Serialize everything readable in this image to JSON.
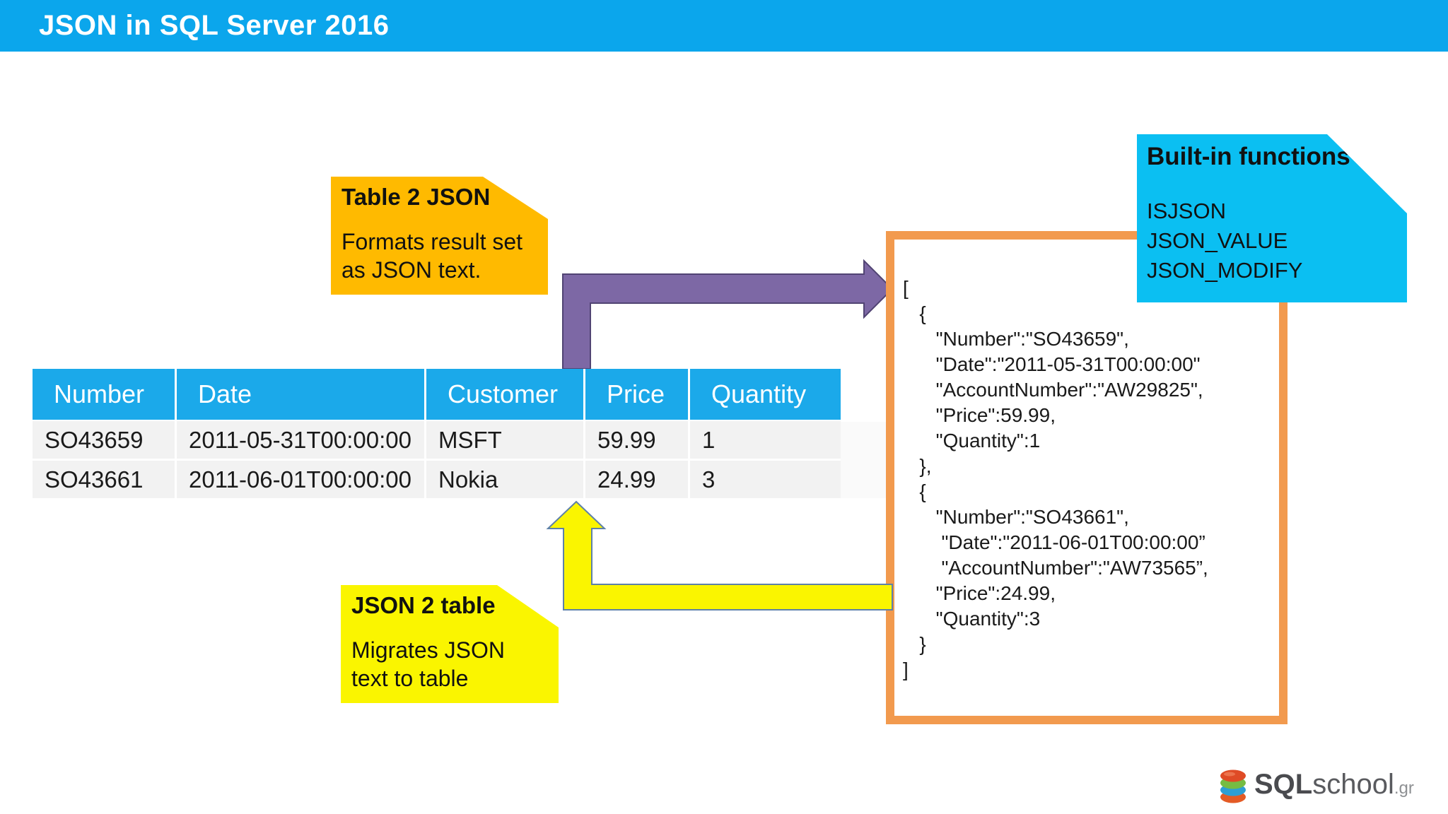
{
  "title_bar": {
    "title": "JSON in SQL Server 2016",
    "bg_color": "#0BA6EC"
  },
  "callouts": {
    "table2json": {
      "title": "Table 2 JSON",
      "body_lines": [
        "Formats result set",
        "as JSON text."
      ],
      "bg_color": "#FFBA00"
    },
    "json2table": {
      "title": "JSON 2 table",
      "body_lines": [
        "Migrates JSON",
        "text to table"
      ],
      "bg_color": "#FAF500"
    },
    "builtin_functions": {
      "title": "Built-in functions",
      "body_lines": [
        "ISJSON",
        "JSON_VALUE",
        "JSON_MODIFY"
      ],
      "bg_color": "#0BBFF2"
    }
  },
  "table": {
    "columns": [
      "Number",
      "Date",
      "Customer",
      "Price",
      "Quantity"
    ],
    "rows": [
      [
        "SO43659",
        "2011-05-31T00:00:00",
        "MSFT",
        "59.99",
        "1"
      ],
      [
        "SO43661",
        "2011-06-01T00:00:00",
        "Nokia",
        "24.99",
        "3"
      ]
    ],
    "header_bg": "#1BA9EA",
    "header_text_color": "#FFFFFF",
    "row_bg": "#F2F2F2"
  },
  "json_block": {
    "border_color": "#F29A4E",
    "lines": [
      "[",
      "   {",
      "      \"Number\":\"SO43659\",",
      "      \"Date\":\"2011-05-31T00:00:00\"",
      "      \"AccountNumber\":\"AW29825\",",
      "      \"Price\":59.99,",
      "      \"Quantity\":1",
      "   },",
      "   {",
      "      \"Number\":\"SO43661\",",
      "       \"Date\":\"2011-06-01T00:00:00”",
      "       \"AccountNumber\":\"AW73565”,",
      "      \"Price\":24.99,",
      "      \"Quantity\":3",
      "   }",
      "]"
    ]
  },
  "arrows": {
    "table_to_json_color": "#7D68A5",
    "json_to_table_color": "#FAF500"
  },
  "logo": {
    "sql": "SQL",
    "school": "school",
    "gr": ".gr"
  }
}
